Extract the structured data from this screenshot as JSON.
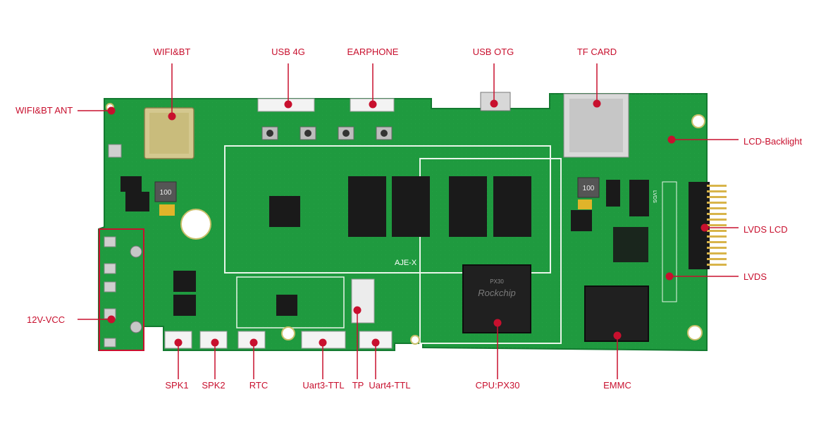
{
  "labels": {
    "wifi_bt": "WIFI&BT",
    "usb_4g": "USB 4G",
    "earphone": "EARPHONE",
    "usb_otg": "USB OTG",
    "tf_card": "TF CARD",
    "wifi_bt_ant": "WIFI&BT ANT",
    "lcd_backlight": "LCD-Backlight",
    "lvds_lcd": "LVDS LCD",
    "lvds": "LVDS",
    "vcc_12v": "12V-VCC",
    "spk1": "SPK1",
    "spk2": "SPK2",
    "rtc": "RTC",
    "uart3_ttl": "Uart3-TTL",
    "tp": "TP",
    "uart4_ttl": "Uart4-TTL",
    "cpu": "CPU:PX30",
    "emmc": "EMMC"
  },
  "board_marks": {
    "logo": "AJE-X",
    "cpu_brand": "Rockchip",
    "cpu_part": "PX30",
    "lvds_silk": "LVDS",
    "ic_100a": "100",
    "ic_100b": "100"
  },
  "colors": {
    "label": "#c8102e",
    "pcb": "#1f9a3f",
    "pcb_dark": "#137a30",
    "silk": "#ffffff"
  }
}
